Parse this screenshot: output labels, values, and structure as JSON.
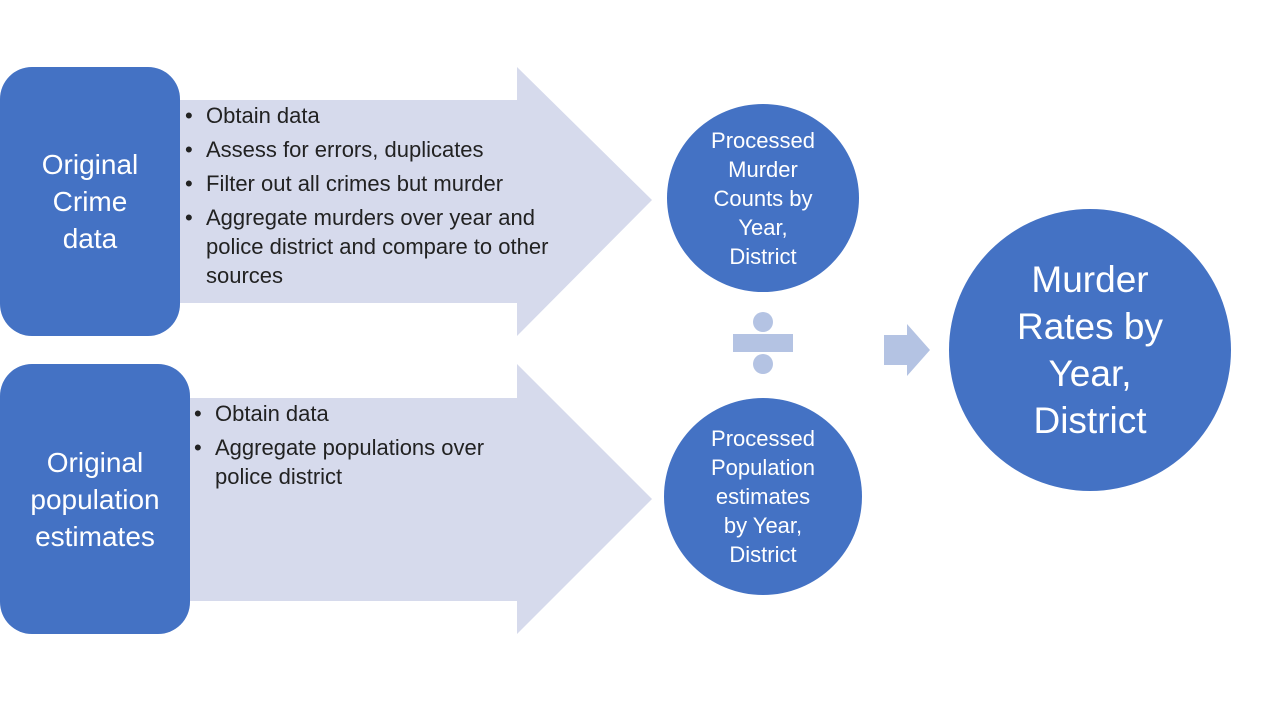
{
  "sources": {
    "crime": [
      "Original",
      "Crime",
      "data"
    ],
    "population": [
      "Original",
      "population",
      "estimates"
    ]
  },
  "steps": {
    "crime": [
      " Obtain data",
      "Assess for errors, duplicates",
      "Filter out all crimes but murder",
      "Aggregate murders over year and police district and compare to other sources"
    ],
    "population": [
      "Obtain data",
      "Aggregate populations over police district"
    ]
  },
  "processed": {
    "murder": [
      "Processed",
      "Murder",
      "Counts by",
      "Year,",
      "District"
    ],
    "population": [
      "Processed",
      "Population",
      "estimates",
      "by Year,",
      "District"
    ]
  },
  "result": [
    "Murder",
    "Rates by",
    "Year,",
    "District"
  ],
  "operator": "divide-icon",
  "colors": {
    "primary_blue": "#4472C4",
    "arrow_fill": "#D6DAEC",
    "operator_fill": "#B4C3E3",
    "text_dark": "#222222",
    "text_light": "#FFFFFF"
  }
}
